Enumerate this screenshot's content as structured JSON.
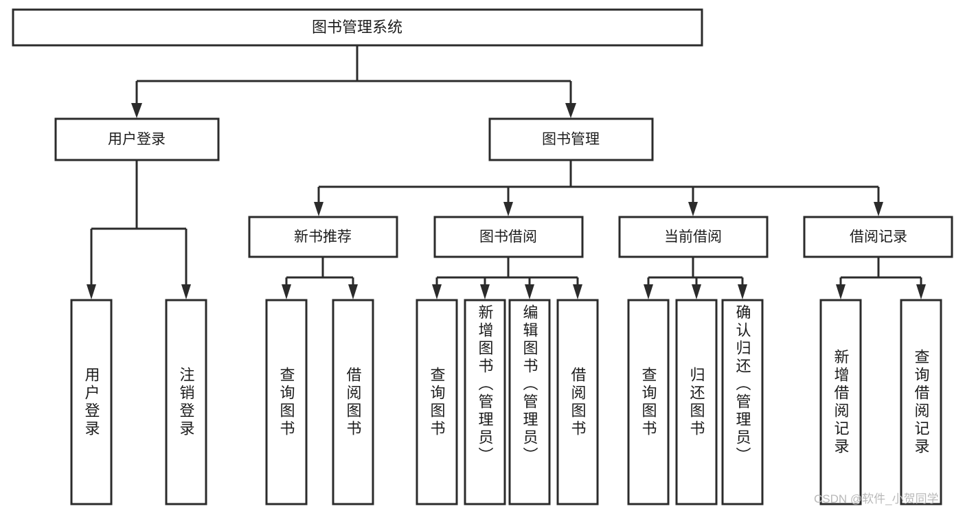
{
  "diagram": {
    "kind": "hierarchy-tree",
    "title": "图书管理系统",
    "watermark": "CSDN @软件_小贺同学",
    "colors": {
      "stroke": "#2b2b2b",
      "fill": "#ffffff",
      "text": "#1c1c1c",
      "watermark": "#b9b9b9",
      "background": "#ffffff"
    },
    "root": {
      "label": "图书管理系统"
    },
    "level2": [
      {
        "label": "用户登录"
      },
      {
        "label": "图书管理"
      }
    ],
    "level3": [
      {
        "label": "新书推荐"
      },
      {
        "label": "图书借阅"
      },
      {
        "label": "当前借阅"
      },
      {
        "label": "借阅记录"
      }
    ],
    "leaves": {
      "user_login": [
        {
          "label": "用户登录"
        },
        {
          "label": "注销登录"
        }
      ],
      "new_book_recommend": [
        {
          "label": "查询图书"
        },
        {
          "label": "借阅图书"
        }
      ],
      "book_borrow": [
        {
          "label": "查询图书"
        },
        {
          "label": "新增图书（管理员）"
        },
        {
          "label": "编辑图书（管理员）"
        },
        {
          "label": "借阅图书"
        }
      ],
      "current_borrow": [
        {
          "label": "查询图书"
        },
        {
          "label": "归还图书"
        },
        {
          "label": "确认归还（管理员）"
        }
      ],
      "borrow_record": [
        {
          "label": "新增借阅记录"
        },
        {
          "label": "查询借阅记录"
        }
      ]
    }
  },
  "chart_data": {
    "type": "tree",
    "title": "图书管理系统",
    "nodes": [
      {
        "id": "root",
        "label": "图书管理系统",
        "level": 0,
        "parent": null
      },
      {
        "id": "user-login",
        "label": "用户登录",
        "level": 1,
        "parent": "root"
      },
      {
        "id": "book-manage",
        "label": "图书管理",
        "level": 1,
        "parent": "root"
      },
      {
        "id": "new-book",
        "label": "新书推荐",
        "level": 2,
        "parent": "book-manage"
      },
      {
        "id": "book-borrow",
        "label": "图书借阅",
        "level": 2,
        "parent": "book-manage"
      },
      {
        "id": "current-borrow",
        "label": "当前借阅",
        "level": 2,
        "parent": "book-manage"
      },
      {
        "id": "borrow-record",
        "label": "借阅记录",
        "level": 2,
        "parent": "book-manage"
      },
      {
        "id": "ul-1",
        "label": "用户登录",
        "level": 2,
        "parent": "user-login"
      },
      {
        "id": "ul-2",
        "label": "注销登录",
        "level": 2,
        "parent": "user-login"
      },
      {
        "id": "nb-1",
        "label": "查询图书",
        "level": 3,
        "parent": "new-book"
      },
      {
        "id": "nb-2",
        "label": "借阅图书",
        "level": 3,
        "parent": "new-book"
      },
      {
        "id": "bb-1",
        "label": "查询图书",
        "level": 3,
        "parent": "book-borrow"
      },
      {
        "id": "bb-2",
        "label": "新增图书（管理员）",
        "level": 3,
        "parent": "book-borrow"
      },
      {
        "id": "bb-3",
        "label": "编辑图书（管理员）",
        "level": 3,
        "parent": "book-borrow"
      },
      {
        "id": "bb-4",
        "label": "借阅图书",
        "level": 3,
        "parent": "book-borrow"
      },
      {
        "id": "cb-1",
        "label": "查询图书",
        "level": 3,
        "parent": "current-borrow"
      },
      {
        "id": "cb-2",
        "label": "归还图书",
        "level": 3,
        "parent": "current-borrow"
      },
      {
        "id": "cb-3",
        "label": "确认归还（管理员）",
        "level": 3,
        "parent": "current-borrow"
      },
      {
        "id": "br-1",
        "label": "新增借阅记录",
        "level": 3,
        "parent": "borrow-record"
      },
      {
        "id": "br-2",
        "label": "查询借阅记录",
        "level": 3,
        "parent": "borrow-record"
      }
    ]
  }
}
